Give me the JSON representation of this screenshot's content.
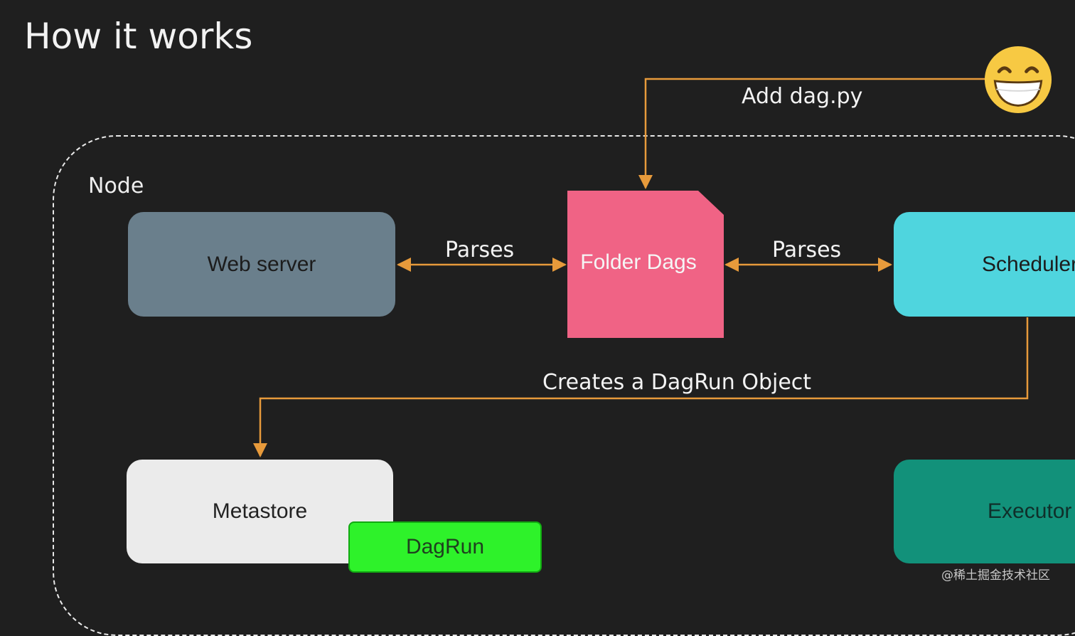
{
  "slide": {
    "title": "How it works",
    "node_label": "Node",
    "watermark": "@稀土掘金技术社区"
  },
  "components": {
    "web_server": "Web server",
    "folder_dags": "Folder Dags",
    "scheduler": "Scheduler",
    "metastore": "Metastore",
    "dagrun": "DagRun",
    "executor": "Executor"
  },
  "edges": {
    "parses_left": "Parses",
    "parses_right": "Parses",
    "add_dag": "Add dag.py",
    "creates": "Creates a DagRun Object"
  },
  "colors": {
    "background": "#1f1f1f",
    "arrow": "#e79a3b",
    "web_server": "#6a7f8c",
    "folder_dags": "#f06385",
    "scheduler": "#4fd5de",
    "metastore": "#ebebeb",
    "dagrun": "#2ef22a",
    "executor": "#12917a",
    "emoji": "#f7c943"
  },
  "icons": {
    "user": "grinning-face-icon"
  }
}
